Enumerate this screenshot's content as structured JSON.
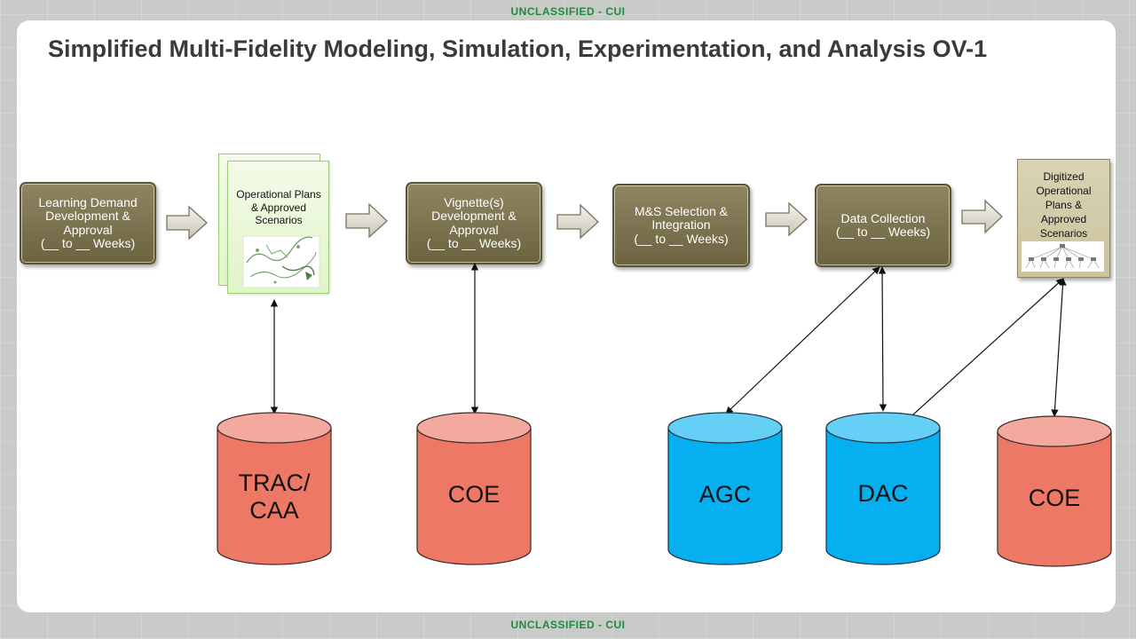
{
  "classification": {
    "top": "UNCLASSIFIED - CUI",
    "bottom": "UNCLASSIFIED - CUI"
  },
  "title": "Simplified Multi-Fidelity Modeling, Simulation, Experimentation, and Analysis OV-1",
  "steps": [
    {
      "label": "Learning Demand\nDevelopment &\nApproval\n(__ to __ Weeks)"
    },
    {
      "label": "Vignette(s)\nDevelopment &\nApproval\n(__ to __ Weeks)"
    },
    {
      "label": "M&S Selection &\nIntegration\n(__ to __ Weeks)"
    },
    {
      "label": "Data Collection\n(__ to __ Weeks)"
    }
  ],
  "documents": {
    "operational_plans": "Operational Plans\n& Approved\nScenarios",
    "digitized": "Digitized\nOperational\nPlans &\nApproved\nScenarios"
  },
  "databases": [
    {
      "label": "TRAC/\nCAA",
      "color": "#ee7866"
    },
    {
      "label": "COE",
      "color": "#ee7866"
    },
    {
      "label": "AGC",
      "color": "#06b0f0"
    },
    {
      "label": "DAC",
      "color": "#06b0f0"
    },
    {
      "label": "COE",
      "color": "#ee7866"
    }
  ],
  "colors": {
    "step_fill": "#7b7250",
    "db_red": "#ee7866",
    "db_blue": "#06b0f0",
    "classification": "#1f8a3c"
  }
}
